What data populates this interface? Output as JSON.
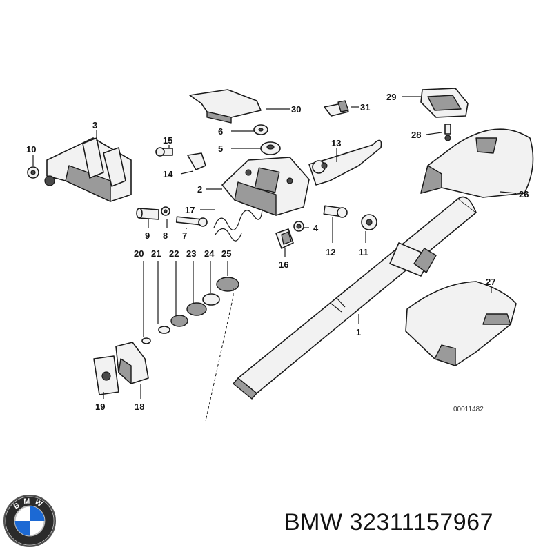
{
  "diagram": {
    "callouts": [
      "1",
      "2",
      "3",
      "4",
      "5",
      "6",
      "7",
      "8",
      "9",
      "10",
      "11",
      "12",
      "13",
      "14",
      "15",
      "16",
      "17",
      "18",
      "19",
      "20",
      "21",
      "22",
      "23",
      "24",
      "25",
      "26",
      "27",
      "28",
      "29",
      "30",
      "31"
    ],
    "reference_code": "00011482"
  },
  "logo": {
    "text": "BMW"
  },
  "caption": {
    "text": "BMW 32311157967"
  }
}
